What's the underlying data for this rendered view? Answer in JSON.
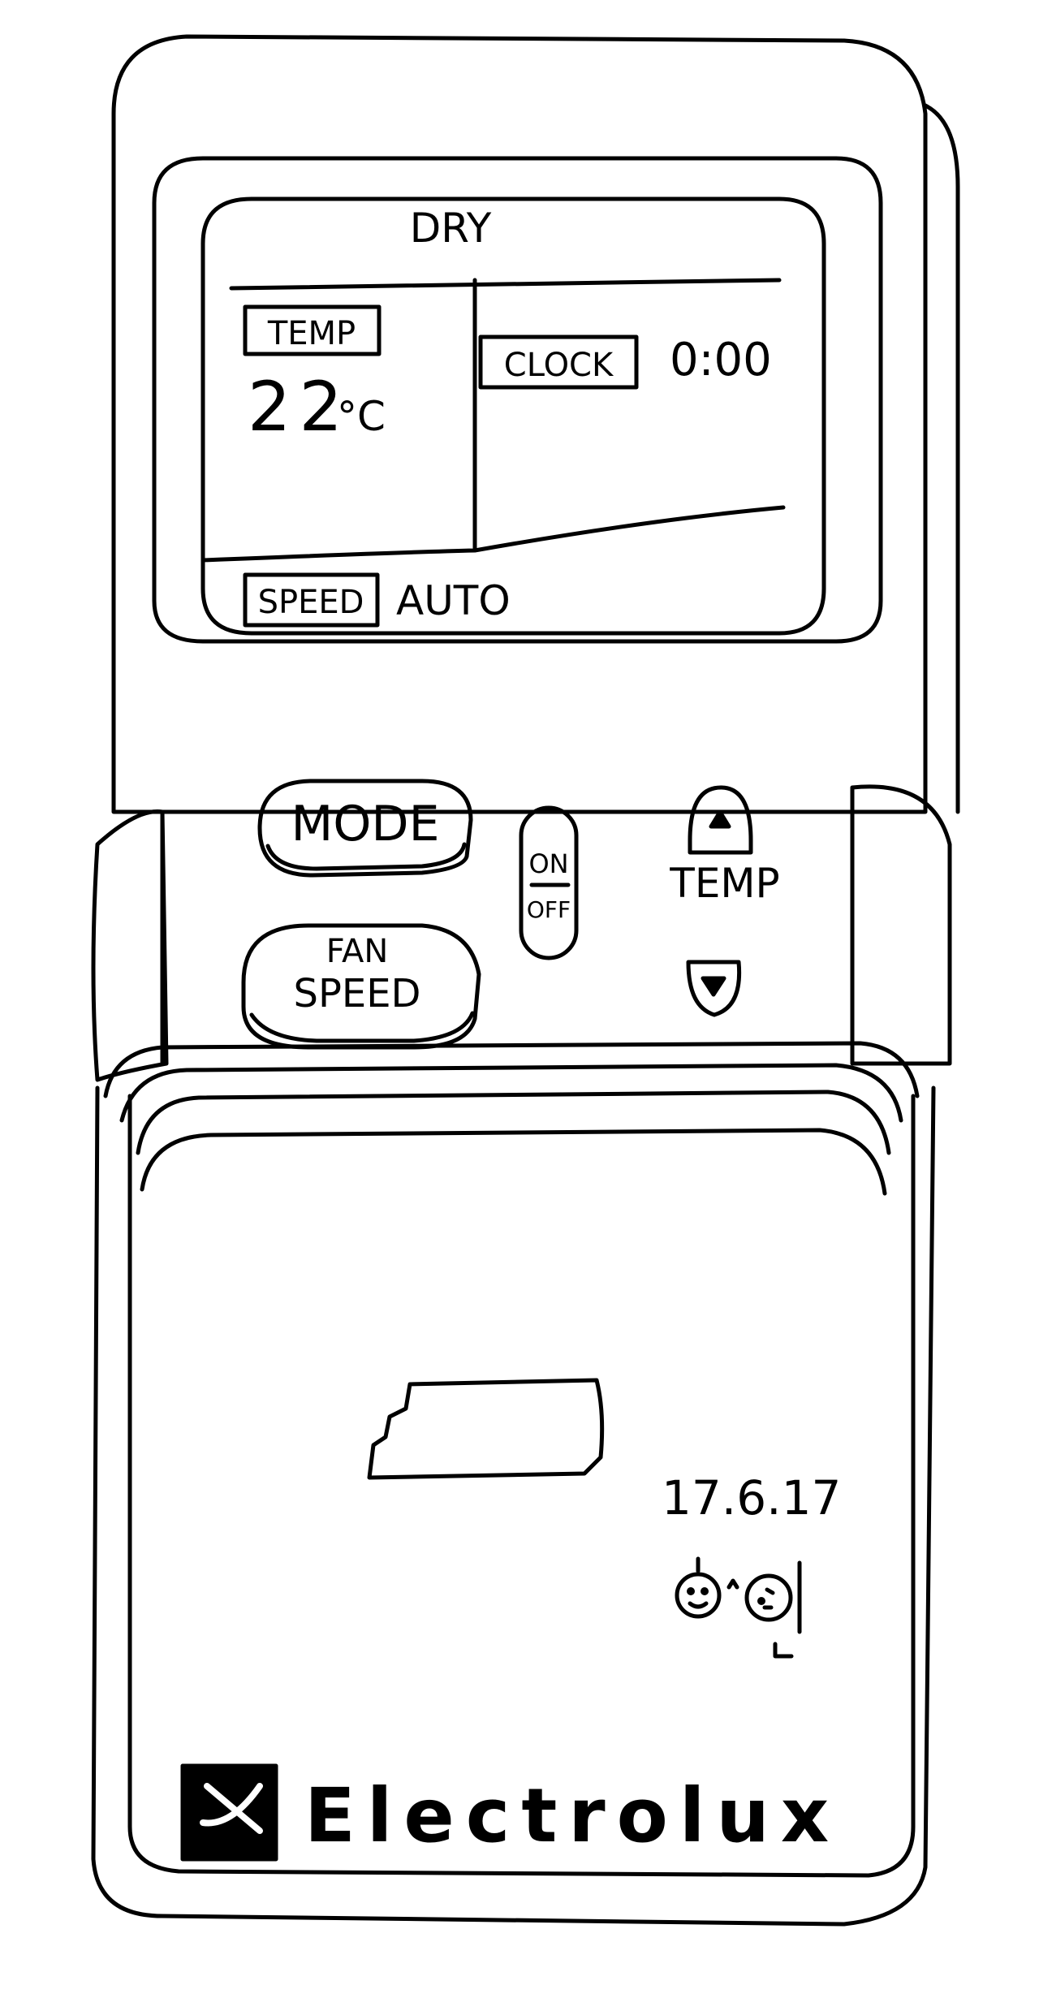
{
  "display": {
    "mode": "DRY",
    "temp_label": "TEMP",
    "temp_value": "22",
    "temp_unit": "°C",
    "clock_label": "CLOCK",
    "clock_value": "0:00",
    "speed_label": "SPEED",
    "speed_value": "AUTO"
  },
  "buttons": {
    "mode": "MODE",
    "fan_speed_line1": "FAN",
    "fan_speed_line2": "SPEED",
    "on": "ON",
    "off": "OFF",
    "temp": "TEMP"
  },
  "annotations": {
    "date": "17.6.17"
  },
  "brand": {
    "name": "Electrolux"
  },
  "icons": {
    "up": "triangle-up-icon",
    "down": "triangle-down-icon",
    "logo": "electrolux-logo-icon"
  }
}
